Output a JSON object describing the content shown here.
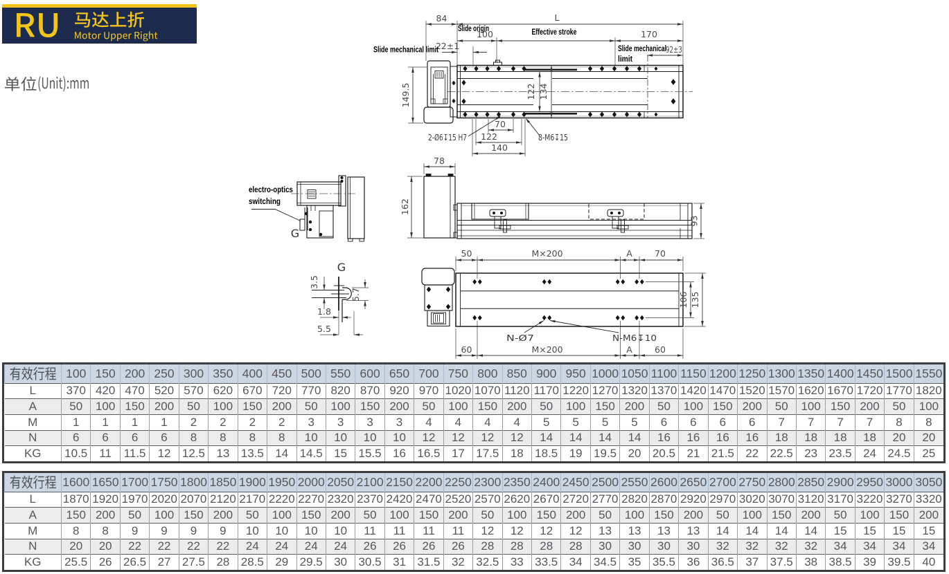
{
  "header": {
    "code": "RU",
    "title_zh": "马达上折",
    "title_en": "Motor Upper Right",
    "accent_color": "#f2c319",
    "bg_color": "#1c2b4d"
  },
  "unit_note": {
    "text": "单位(Unit):mm"
  },
  "drawing": {
    "top_view": {
      "dim_84": "84",
      "dim_L": "L",
      "label_slide_origin": "Slide origin",
      "dim_100": "100",
      "label_effective_stroke": "Effective stroke",
      "dim_170": "170",
      "label_slide_mech_limit_left": "Slide mechanical limit",
      "dim_22": "22±1",
      "label_slide_mech_limit_right_1": "Slide mechanical",
      "label_slide_mech_limit_right_2": "limit",
      "dim_92": "92±3",
      "dim_149_5": "149.5",
      "dim_122_v": "122",
      "dim_134": "134",
      "label_dowel": "2-Ø6↧15 H7",
      "dim_70": "70",
      "dim_122_h": "122",
      "dim_140": "140",
      "label_tap": "8-M6↧15"
    },
    "fold_view": {
      "label_line1": "electro-optics",
      "label_line2": "switching",
      "label_g": "G"
    },
    "side_view": {
      "dim_78": "78",
      "dim_162": "162",
      "dim_93": "93"
    },
    "g_detail": {
      "label_g": "G",
      "dim_3_5": "3.5",
      "dim_5_7": "5.7",
      "dim_1_8": "1.8",
      "dim_5_5": "5.5"
    },
    "bottom_view": {
      "dim_50": "50",
      "dim_m200_top": "M×200",
      "dim_A_top": "A",
      "dim_70": "70",
      "dim_106": "106",
      "dim_135": "135",
      "dim_60_left": "60",
      "dim_m200_bottom": "M×200",
      "dim_A_bottom": "A",
      "dim_60_right": "60",
      "label_n7": "N-Ø7",
      "label_nm6": "N-M6↧10"
    }
  },
  "tables": [
    {
      "header_label": "有效行程",
      "header_values": [
        "100",
        "150",
        "200",
        "250",
        "300",
        "350",
        "400",
        "450",
        "500",
        "550",
        "600",
        "650",
        "700",
        "750",
        "800",
        "850",
        "900",
        "950",
        "1000",
        "1050",
        "1100",
        "1150",
        "1200",
        "1250",
        "1300",
        "1350",
        "1400",
        "1450",
        "1500",
        "1550"
      ],
      "rows": [
        {
          "label": "L",
          "values": [
            "370",
            "420",
            "470",
            "520",
            "570",
            "620",
            "670",
            "720",
            "770",
            "820",
            "870",
            "920",
            "970",
            "1020",
            "1070",
            "1120",
            "1170",
            "1220",
            "1270",
            "1320",
            "1370",
            "1420",
            "1470",
            "1520",
            "1570",
            "1620",
            "1670",
            "1720",
            "1770",
            "1820"
          ]
        },
        {
          "label": "A",
          "values": [
            "50",
            "100",
            "150",
            "200",
            "50",
            "100",
            "150",
            "200",
            "50",
            "100",
            "150",
            "200",
            "50",
            "100",
            "150",
            "200",
            "50",
            "100",
            "150",
            "200",
            "50",
            "100",
            "150",
            "200",
            "50",
            "100",
            "150",
            "200",
            "50",
            "100"
          ]
        },
        {
          "label": "M",
          "values": [
            "1",
            "1",
            "1",
            "1",
            "2",
            "2",
            "2",
            "2",
            "3",
            "3",
            "3",
            "3",
            "4",
            "4",
            "4",
            "4",
            "5",
            "5",
            "5",
            "5",
            "6",
            "6",
            "6",
            "6",
            "7",
            "7",
            "7",
            "7",
            "8",
            "8"
          ]
        },
        {
          "label": "N",
          "values": [
            "6",
            "6",
            "6",
            "6",
            "8",
            "8",
            "8",
            "8",
            "10",
            "10",
            "10",
            "10",
            "12",
            "12",
            "12",
            "12",
            "14",
            "14",
            "14",
            "14",
            "16",
            "16",
            "16",
            "16",
            "18",
            "18",
            "18",
            "18",
            "20",
            "20"
          ]
        },
        {
          "label": "KG",
          "values": [
            "10.5",
            "11",
            "11.5",
            "12",
            "12.5",
            "13",
            "13.5",
            "14",
            "14.5",
            "15",
            "15.5",
            "16",
            "16.5",
            "17",
            "17.5",
            "18",
            "18.5",
            "19",
            "19.5",
            "20",
            "20.5",
            "21",
            "21.5",
            "22",
            "22.5",
            "23",
            "23.5",
            "24",
            "24.5",
            "25"
          ]
        }
      ]
    },
    {
      "header_label": "有效行程",
      "header_values": [
        "1600",
        "1650",
        "1700",
        "1750",
        "1800",
        "1850",
        "1900",
        "1950",
        "2000",
        "2050",
        "2100",
        "2150",
        "2200",
        "2250",
        "2300",
        "2350",
        "2400",
        "2450",
        "2500",
        "2550",
        "2600",
        "2650",
        "2700",
        "2750",
        "2800",
        "2850",
        "2900",
        "2950",
        "3000",
        "3050"
      ],
      "rows": [
        {
          "label": "L",
          "values": [
            "1870",
            "1920",
            "1970",
            "2020",
            "2070",
            "2120",
            "2170",
            "2220",
            "2270",
            "2320",
            "2370",
            "2420",
            "2470",
            "2520",
            "2570",
            "2620",
            "2670",
            "2720",
            "2770",
            "2820",
            "2870",
            "2920",
            "2970",
            "3020",
            "3070",
            "3120",
            "3170",
            "3220",
            "3270",
            "3320"
          ]
        },
        {
          "label": "A",
          "values": [
            "150",
            "200",
            "50",
            "100",
            "150",
            "200",
            "50",
            "100",
            "150",
            "200",
            "50",
            "100",
            "150",
            "200",
            "50",
            "100",
            "150",
            "200",
            "50",
            "100",
            "150",
            "200",
            "50",
            "100",
            "150",
            "200",
            "50",
            "100",
            "150",
            "200"
          ]
        },
        {
          "label": "M",
          "values": [
            "8",
            "8",
            "9",
            "9",
            "9",
            "9",
            "10",
            "10",
            "10",
            "10",
            "11",
            "11",
            "11",
            "11",
            "12",
            "12",
            "12",
            "12",
            "13",
            "13",
            "13",
            "13",
            "14",
            "14",
            "14",
            "14",
            "15",
            "15",
            "15",
            "15"
          ]
        },
        {
          "label": "N",
          "values": [
            "20",
            "20",
            "22",
            "22",
            "22",
            "22",
            "24",
            "24",
            "24",
            "24",
            "26",
            "26",
            "26",
            "26",
            "28",
            "28",
            "28",
            "28",
            "30",
            "30",
            "30",
            "30",
            "32",
            "32",
            "32",
            "32",
            "34",
            "34",
            "34",
            "34"
          ]
        },
        {
          "label": "KG",
          "values": [
            "25.5",
            "26",
            "26.5",
            "27",
            "27.5",
            "28",
            "28.5",
            "29",
            "29.5",
            "30",
            "30.5",
            "31",
            "31.5",
            "32",
            "32.5",
            "33",
            "33.5",
            "34",
            "34.5",
            "35",
            "35.5",
            "36",
            "36.5",
            "37",
            "37.5",
            "38",
            "38.5",
            "39",
            "39.5",
            "40"
          ]
        }
      ]
    }
  ]
}
